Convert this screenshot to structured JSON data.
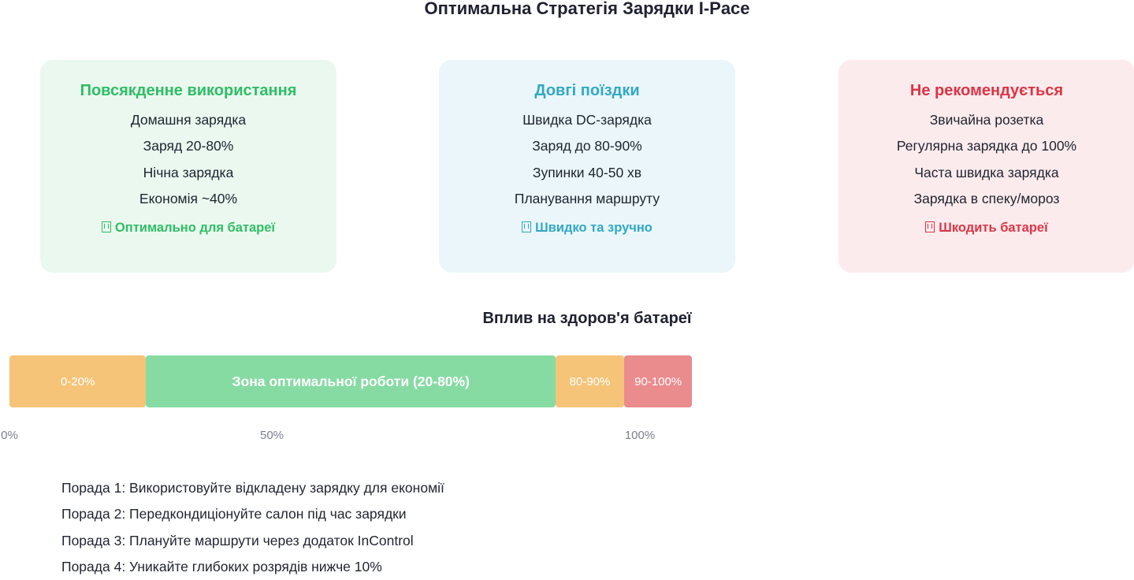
{
  "title": "Оптимальна Стратегія Зарядки I-Pace",
  "cards": [
    {
      "title": "Повсякденне використання",
      "items": [
        "Домашня зарядка",
        "Заряд 20-80%",
        "Нічна зарядка",
        "Економія ~40%"
      ],
      "status_icon": "battery-icon",
      "status": "Оптимально для батареї",
      "accent": "#2fbe65",
      "background": "#eaf8ef"
    },
    {
      "title": "Довгі поїздки",
      "items": [
        "Швидка DC-зарядка",
        "Заряд до 80-90%",
        "Зупинки 40-50 хв",
        "Планування маршруту"
      ],
      "status_icon": "lightning-icon",
      "status": "Швидко та зручно",
      "accent": "#32a8c4",
      "background": "#eaf6f9"
    },
    {
      "title": "Не рекомендується",
      "items": [
        "Звичайна розетка",
        "Регулярна зарядка до 100%",
        "Часта швидка зарядка",
        "Зарядка в спеку/мороз"
      ],
      "status_icon": "warning-icon",
      "status": "Шкодить батареї",
      "accent": "#dd3545",
      "background": "#fcebed"
    }
  ],
  "battery_health": {
    "title": "Вплив на здоров'я батареї",
    "segments": [
      {
        "label": "0-20%",
        "start": 0,
        "end": 20,
        "color": "#f5c479",
        "bold": false
      },
      {
        "label": "Зона оптимальної роботи (20-80%)",
        "start": 20,
        "end": 80,
        "color": "#86dba3",
        "bold": true
      },
      {
        "label": "80-90%",
        "start": 80,
        "end": 90,
        "color": "#f5c479",
        "bold": false
      },
      {
        "label": "90-100%",
        "start": 90,
        "end": 100,
        "color": "#ea8b8d",
        "bold": false
      }
    ],
    "ticks": [
      "0%",
      "50%",
      "100%"
    ]
  },
  "tips": [
    "Порада 1: Використовуйте відкладену зарядку для економії",
    "Порада 2: Передкондиціонуйте салон під час зарядки",
    "Порада 3: Плануйте маршрути через додаток InControl",
    "Порада 4: Уникайте глибоких розрядів нижче 10%"
  ]
}
